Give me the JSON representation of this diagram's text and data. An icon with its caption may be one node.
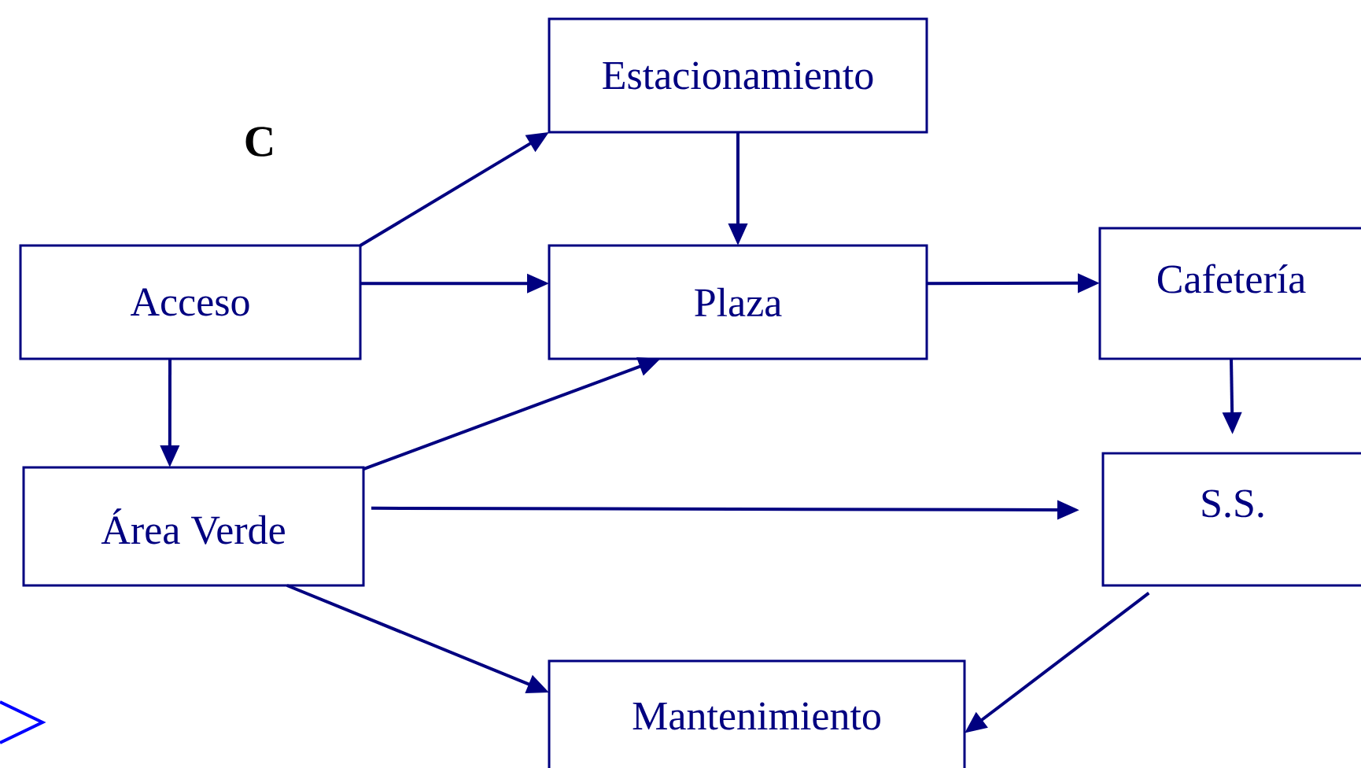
{
  "diagram": {
    "nodes": [
      {
        "text": [
          "Estacionamiento"
        ]
      },
      {
        "text": [
          "Acceso"
        ]
      },
      {
        "text": [
          "Plaza"
        ]
      },
      {
        "text": [
          "Cafetería"
        ]
      },
      {
        "text": [
          "Área Verde"
        ]
      },
      {
        "text": [
          "S.S."
        ]
      },
      {
        "text": [
          "Mantenimiento"
        ]
      }
    ],
    "edges": [
      {
        "from": 1,
        "to": 0,
        "arrow": "to"
      },
      {
        "from": 1,
        "to": 2,
        "arrow": "to"
      },
      {
        "from": 0,
        "to": 2,
        "arrow": "to"
      },
      {
        "from": 2,
        "to": 3,
        "arrow": "to"
      },
      {
        "from": 1,
        "to": 4,
        "arrow": "to"
      },
      {
        "from": 4,
        "to": 2,
        "arrow": "to"
      },
      {
        "from": 3,
        "to": 5,
        "arrow": "to"
      },
      {
        "from": 4,
        "to": 5,
        "arrow": "to"
      },
      {
        "from": 4,
        "to": 6,
        "arrow": "to"
      },
      {
        "from": 5,
        "to": 6,
        "arrow": "to"
      }
    ],
    "labels": [
      "C"
    ]
  }
}
